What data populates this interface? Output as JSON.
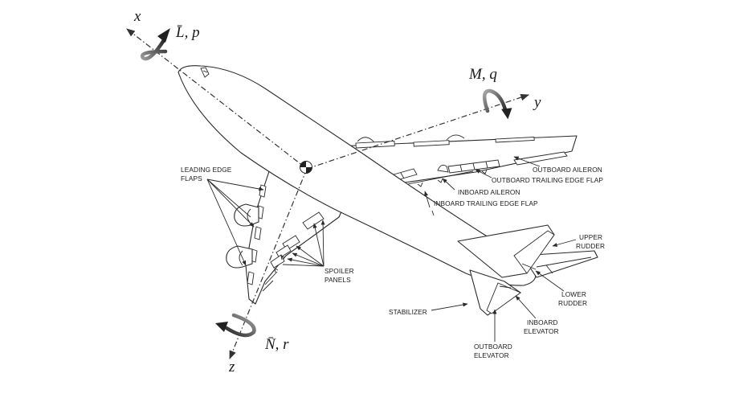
{
  "figure": {
    "title": "Aircraft body axes and control surfaces",
    "axes": {
      "x": {
        "label": "x",
        "moment_label": "L̄, p"
      },
      "y": {
        "label": "y",
        "moment_label": "M, q"
      },
      "z": {
        "label": "z",
        "moment_label": "N̄, r"
      }
    },
    "callouts": {
      "leading_edge_flaps": [
        "LEADING EDGE",
        "FLAPS"
      ],
      "outboard_aileron": [
        "OUTBOARD AILERON"
      ],
      "outboard_trailing_edge_flap": [
        "OUTBOARD TRAILING EDGE FLAP"
      ],
      "inboard_aileron": [
        "INBOARD AILERON"
      ],
      "inboard_trailing_edge_flap": [
        "INBOARD TRAILING EDGE FLAP"
      ],
      "upper_rudder": [
        "UPPER",
        "RUDDER"
      ],
      "lower_rudder": [
        "LOWER",
        "RUDDER"
      ],
      "spoiler_panels": [
        "SPOILER",
        "PANELS"
      ],
      "stabilizer": [
        "STABILIZER"
      ],
      "inboard_elevator": [
        "INBOARD",
        "ELEVATOR"
      ],
      "outboard_elevator": [
        "OUTBOARD",
        "ELEVATOR"
      ]
    }
  }
}
